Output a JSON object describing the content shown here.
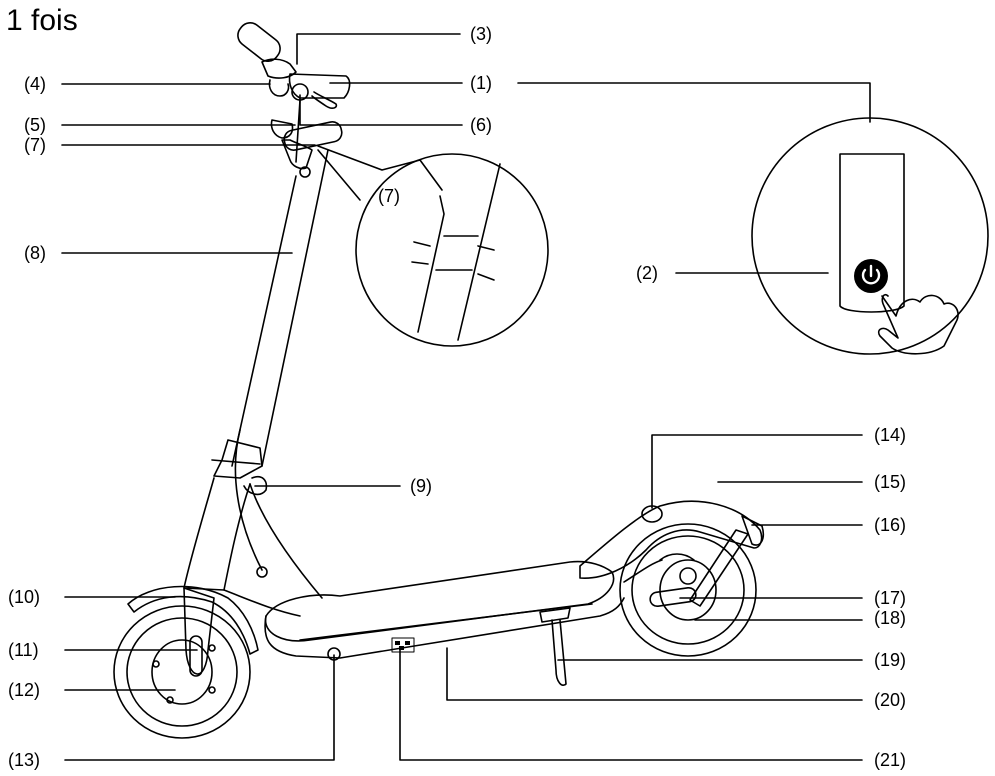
{
  "title": "1  fois",
  "callouts": {
    "c1": "(1)",
    "c2": "(2)",
    "c3": "(3)",
    "c4": "(4)",
    "c5": "(5)",
    "c6": "(6)",
    "c7a": "(7)",
    "c7b": "(7)",
    "c8": "(8)",
    "c9": "(9)",
    "c10": "(10)",
    "c11": "(11)",
    "c12": "(12)",
    "c13": "(13)",
    "c14": "(14)",
    "c15": "(15)",
    "c16": "(16)",
    "c17": "(17)",
    "c18": "(18)",
    "c19": "(19)",
    "c20": "(20)",
    "c21": "(21)"
  },
  "icons": [
    "power-button-icon",
    "pointing-finger-icon",
    "screw-icon",
    "qr-code-icon"
  ]
}
